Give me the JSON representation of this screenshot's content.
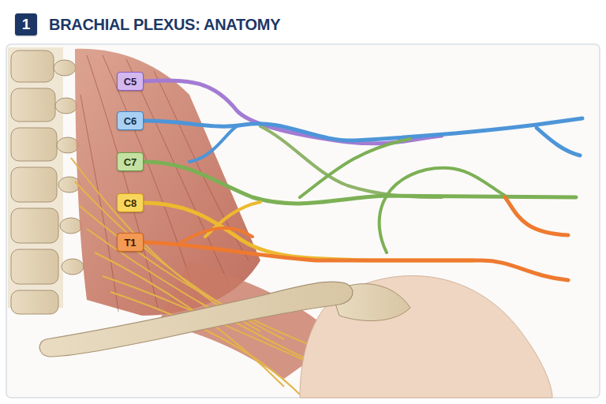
{
  "diagram": {
    "title": "BRACHIAL PLEXUS: ANATOMY",
    "nodes": [
      {
        "text": [
          "1"
        ]
      },
      {
        "text": [
          "C5"
        ]
      },
      {
        "text": [
          "C6"
        ]
      },
      {
        "text": [
          "C7"
        ]
      },
      {
        "text": [
          "C8"
        ]
      },
      {
        "text": [
          "T1"
        ]
      }
    ]
  }
}
